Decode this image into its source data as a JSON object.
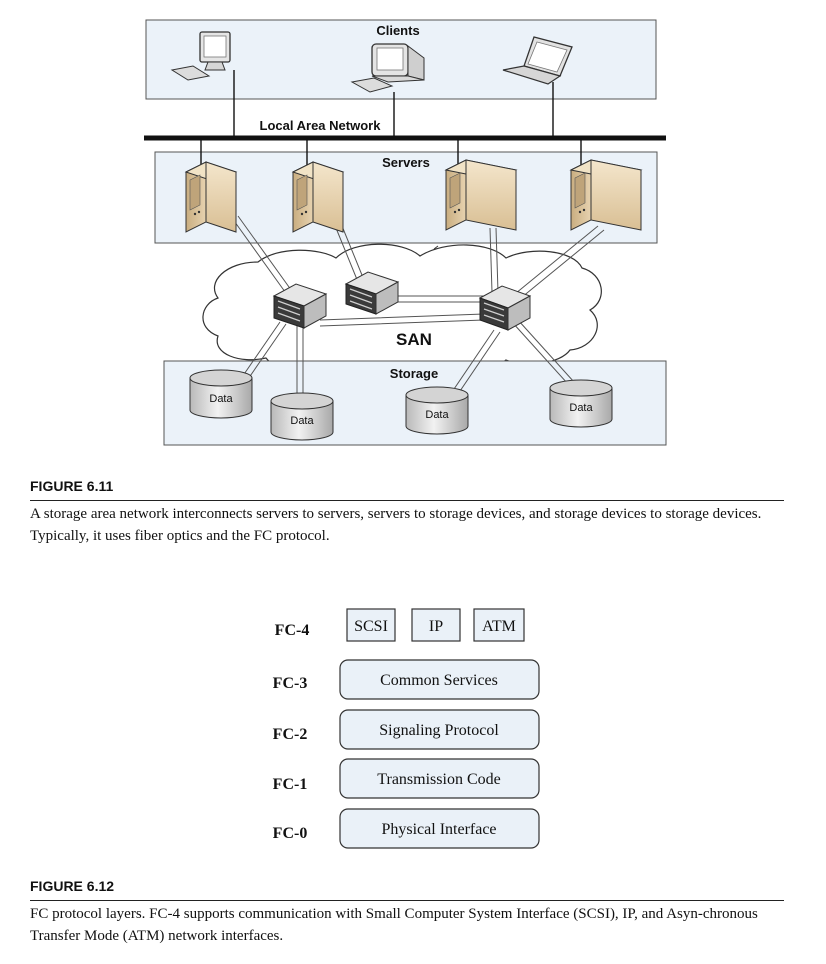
{
  "figure1": {
    "labels": {
      "clients": "Clients",
      "lan": "Local Area Network",
      "servers": "Servers",
      "san": "SAN",
      "storage": "Storage"
    },
    "data_labels": [
      "Data",
      "Data",
      "Data",
      "Data"
    ],
    "title": "FIGURE 6.11",
    "caption": "A storage area network interconnects servers to servers, servers to storage devices, and storage devices to storage devices. Typically, it uses fiber optics and the FC protocol.",
    "colors": {
      "panel": "#ebf2f9",
      "cloud": "#ffffff",
      "lan": "#111111",
      "server": "#e2cca8",
      "switch": "#c9c9c9"
    }
  },
  "figure2": {
    "layers": [
      {
        "label": "FC-4",
        "boxes": [
          "SCSI",
          "IP",
          "ATM"
        ]
      },
      {
        "label": "FC-3",
        "boxes": [
          "Common Services"
        ]
      },
      {
        "label": "FC-2",
        "boxes": [
          "Signaling Protocol"
        ]
      },
      {
        "label": "FC-1",
        "boxes": [
          "Transmission Code"
        ]
      },
      {
        "label": "FC-0",
        "boxes": [
          "Physical Interface"
        ]
      }
    ],
    "title": "FIGURE 6.12",
    "caption": "FC protocol layers. FC-4 supports communication with Small Computer System Interface (SCSI), IP, and Asyn-chronous Transfer Mode (ATM) network interfaces.",
    "colors": {
      "box": "#eaf1f8"
    }
  }
}
